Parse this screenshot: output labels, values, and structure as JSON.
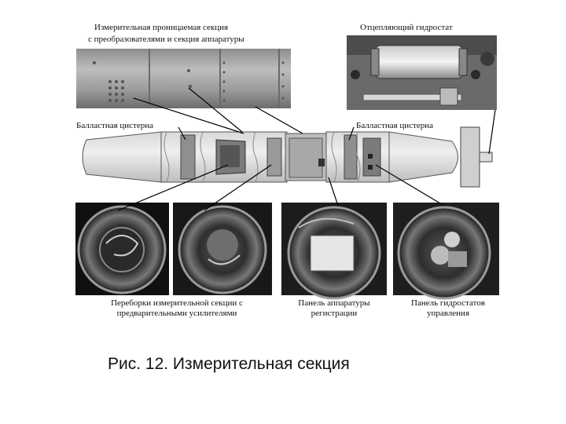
{
  "labels": {
    "measuring_section_line1": "Измерительная проницаемая секция",
    "measuring_section_line2": "с преобразователями и секция аппаратуры",
    "hydrostat": "Отцепляющий гидростат",
    "ballast_left": "Балластная цистерна",
    "ballast_right": "Балластная цистерна",
    "bulkheads_line1": "Переборки измерительной секции с",
    "bulkheads_line2": "предварительными усилителями",
    "panel_registration_line1": "Панель аппаратуры",
    "panel_registration_line2": "регистрации",
    "panel_hydrostats_line1": "Панель гидростатов",
    "panel_hydrostats_line2": "управления"
  },
  "caption": "Рис. 12. Измерительная секция"
}
